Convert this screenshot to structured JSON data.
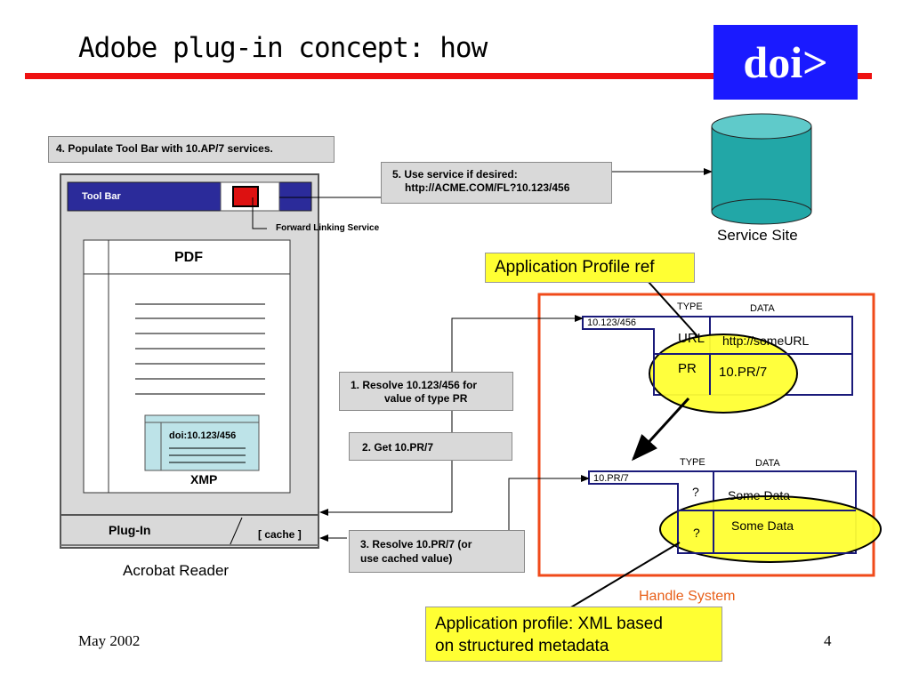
{
  "slide": {
    "title": "Adobe plug-in concept: how",
    "logo_text": "doi>",
    "footer_date": "May 2002",
    "page_number": "4"
  },
  "steps": {
    "step4": "4. Populate Tool Bar with 10.AP/7 services.",
    "step5_line1": "5. Use service if desired:",
    "step5_line2": "http://ACME.COM/FL?10.123/456",
    "step1_line1": "1. Resolve 10.123/456 for",
    "step1_line2": "value of type PR",
    "step2": "2. Get 10.PR/7",
    "step3_line1": "3. Resolve 10.PR/7 (or",
    "step3_line2": "use cached value)"
  },
  "reader": {
    "toolbar_label": "Tool Bar",
    "forward_linking": "Forward Linking Service",
    "pdf_label": "PDF",
    "doi_label": "doi:10.123/456",
    "xmp_label": "XMP",
    "plugin_label": "Plug-In",
    "cache_label": "[ cache ]",
    "caption": "Acrobat Reader"
  },
  "service_site": {
    "label": "Service Site"
  },
  "handle_system": {
    "label": "Handle System",
    "record1": {
      "handle": "10.123/456",
      "type_header": "TYPE",
      "data_header": "DATA",
      "rows": [
        {
          "type": "URL",
          "data": "http://someURL"
        },
        {
          "type": "PR",
          "data": "10.PR/7"
        }
      ]
    },
    "record2": {
      "handle": "10.PR/7",
      "type_header": "TYPE",
      "data_header": "DATA",
      "rows": [
        {
          "type": "?",
          "data": "Some Data"
        },
        {
          "type": "?",
          "data": "Some Data"
        }
      ]
    }
  },
  "callouts": {
    "profile_ref": "Application Profile ref",
    "profile_xml_line1": "Application profile: XML based",
    "profile_xml_line2": "on structured metadata"
  },
  "colors": {
    "accent_red": "#ee1111",
    "logo_blue": "#1a1aff",
    "toolbar_blue": "#2b2b9a",
    "cylinder_teal": "#22a7a7",
    "highlight_yellow": "#ffff33",
    "handle_orange": "#f04a1a",
    "record_navy": "#1a1a7a"
  }
}
